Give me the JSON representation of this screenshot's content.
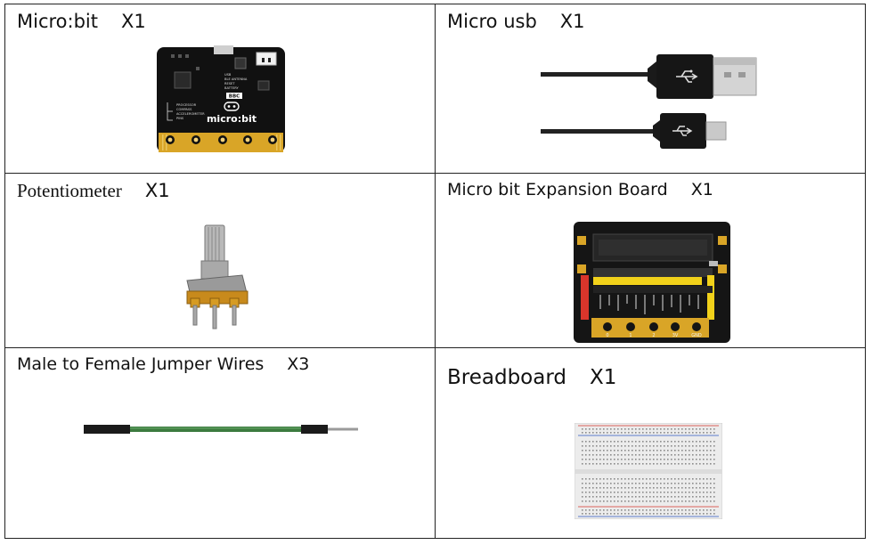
{
  "items": [
    {
      "name": "Micro:bit",
      "qty": "X1",
      "icon": "microbit-board-icon"
    },
    {
      "name": "Micro usb",
      "qty": "X1",
      "icon": "usb-cable-icon"
    },
    {
      "name": "Potentiometer",
      "qty": "X1",
      "icon": "potentiometer-icon"
    },
    {
      "name": "Micro bit Expansion Board",
      "qty": "X1",
      "icon": "expansion-board-icon"
    },
    {
      "name": "Male to Female Jumper Wires",
      "qty": "X3",
      "icon": "jumper-wire-icon"
    },
    {
      "name": "Breadboard",
      "qty": "X1",
      "icon": "breadboard-icon"
    }
  ],
  "microbit_labels": {
    "brand": "BBC",
    "logo": "micro:bit",
    "usb": "USB",
    "antenna": "BLE ANTENNA",
    "reset": "RESET",
    "battery": "BATTERY",
    "processor": "PROCESSOR",
    "compass": "COMPASS",
    "accelerometer": "ACCELEROMETER",
    "pins": "PINS"
  },
  "pad_labels": [
    "0",
    "1",
    "2",
    "3V",
    "GND"
  ],
  "colors": {
    "border": "#222222",
    "board_black": "#111111",
    "gold": "#d9a527",
    "wire_green": "#3c7b3f",
    "usb_silver": "#c8c8c8",
    "pin_red": "#d9352b",
    "pin_yellow": "#f1d11a"
  }
}
